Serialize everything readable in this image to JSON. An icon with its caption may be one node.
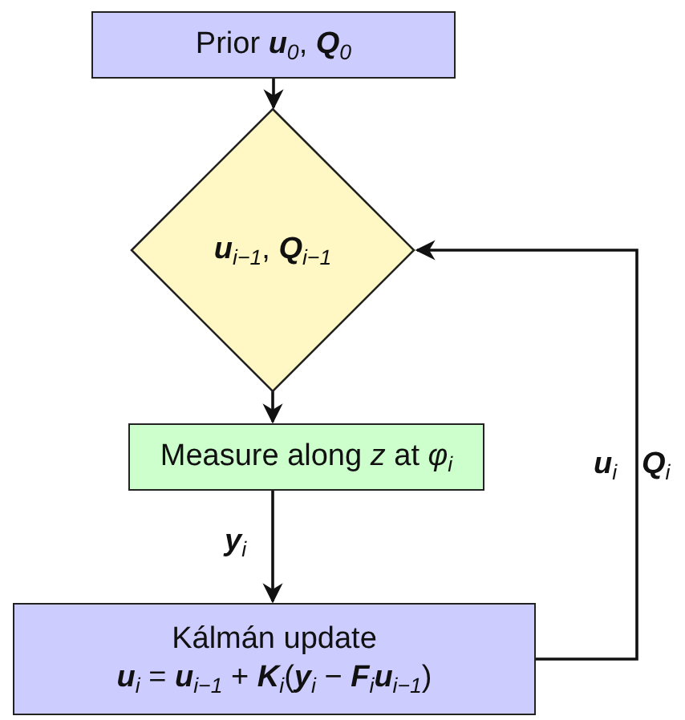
{
  "diagram": {
    "nodes": [
      {
        "text": [
          "Prior **u**$_{0}$, **Q**$_{0}$"
        ]
      },
      {
        "text": [
          "**u**$_{i−1}$, **Q**$_{i−1}$"
        ]
      },
      {
        "text": [
          "Measure along *z* at *φ*$_{i}$"
        ]
      },
      {
        "text": [
          "Kálmán update",
          "**u**$_{i}$ = **u**$_{i−1}$ + **K**$_{i}$(**y**$_{i}$ − **F**$_{i}$**u**$_{i−1}$)"
        ]
      }
    ],
    "edges": [
      {
        "from": 0,
        "to": 1,
        "arrow": "to"
      },
      {
        "from": 1,
        "to": 2,
        "arrow": "to"
      },
      {
        "from": 2,
        "to": 3,
        "arrow": "to",
        "label": "**y**$_{i}$"
      },
      {
        "from": 3,
        "to": 1,
        "arrow": "to"
      }
    ],
    "labels": [
      "**u**$_{i}$",
      "**Q**$_{i}$"
    ]
  }
}
